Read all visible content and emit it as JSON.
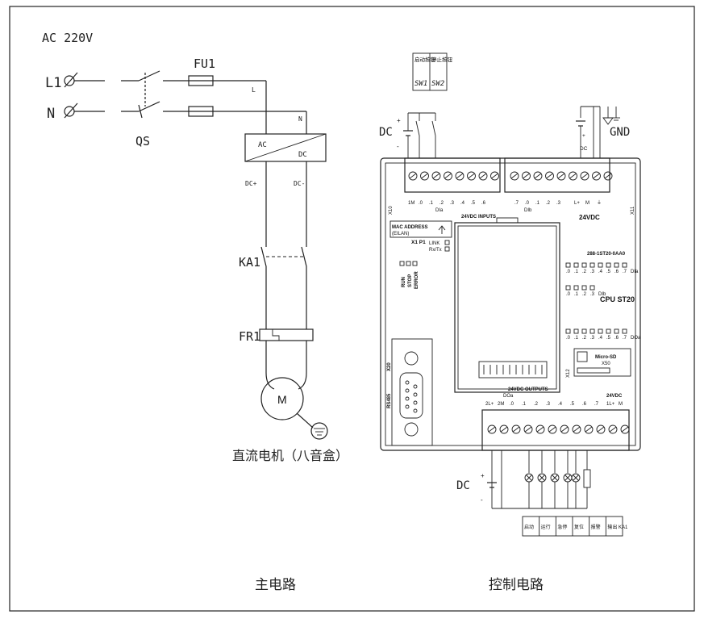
{
  "main_circuit": {
    "supply": "AC 220V",
    "line_terminal": "L1",
    "neutral_terminal": "N",
    "fuse": "FU1",
    "switch": "QS",
    "wire_l": "L",
    "wire_n": "N",
    "converter_ac": "AC",
    "converter_dc": "DC",
    "dc_plus": "DC+",
    "dc_minus": "DC-",
    "relay_contact": "KA1",
    "thermal_relay": "FR1",
    "motor_symbol": "M",
    "motor_caption": "直流电机（八音盒）",
    "title": "主电路"
  },
  "control_circuit": {
    "title": "控制电路",
    "dc_input": "DC",
    "dc_output": "DC",
    "gnd": "GND",
    "sw_table": [
      {
        "name": "启动按钮",
        "id": "SW1"
      },
      {
        "name": "停止按钮",
        "id": "SW2"
      }
    ],
    "plus": "+",
    "minus": "-",
    "dc_small": "DC",
    "plc": {
      "x10": "X10",
      "x11": "X11",
      "x12": "X12",
      "x20": "X20",
      "x50": "X50",
      "di_a_terms": [
        "1M",
        ".0",
        ".1",
        ".2",
        ".3",
        ".4",
        ".5",
        ".6"
      ],
      "di_a_label": "DIa",
      "di_b_terms": [
        ".7",
        ".0",
        ".1",
        ".2",
        ".3"
      ],
      "di_b_label": "DIb",
      "pwr_terms": [
        "L+",
        "M",
        "⏚"
      ],
      "pwr_label": "24VDC",
      "inputs_label": "24VDC INPUTS",
      "mac": "MAC ADDRESS",
      "eilan": "(EILAN)",
      "x1p1": "X1 P1",
      "link": "LINK",
      "rxtx": "Rx/Tx",
      "model": "288-1ST20-0AA0",
      "run": "RUN",
      "stop": "STOP",
      "error": "ERROR",
      "dia_row": [
        ".0",
        ".1",
        ".2",
        ".3",
        ".4",
        ".5",
        ".6",
        ".7",
        "DIa"
      ],
      "dib_row": [
        ".0",
        ".1",
        ".2",
        ".3",
        "DIb"
      ],
      "cpu": "CPU ST20",
      "doa_row": [
        ".0",
        ".1",
        ".2",
        ".3",
        ".4",
        ".5",
        ".6",
        ".7",
        "DOa"
      ],
      "microsd": "Micro-SD",
      "rs485": "RS485",
      "outputs_label": "24VDC OUTPUTS",
      "doa_label": "DOa",
      "do_terms": [
        "2L+",
        "2M",
        ".0",
        ".1",
        ".2",
        ".3",
        ".4",
        ".5",
        ".6",
        ".7",
        "1L+",
        "M"
      ],
      "do_pwr": "24VDC"
    },
    "output_labels": [
      "启动",
      "运行",
      "急停",
      "复位",
      "报警",
      "输出 KA1"
    ]
  }
}
